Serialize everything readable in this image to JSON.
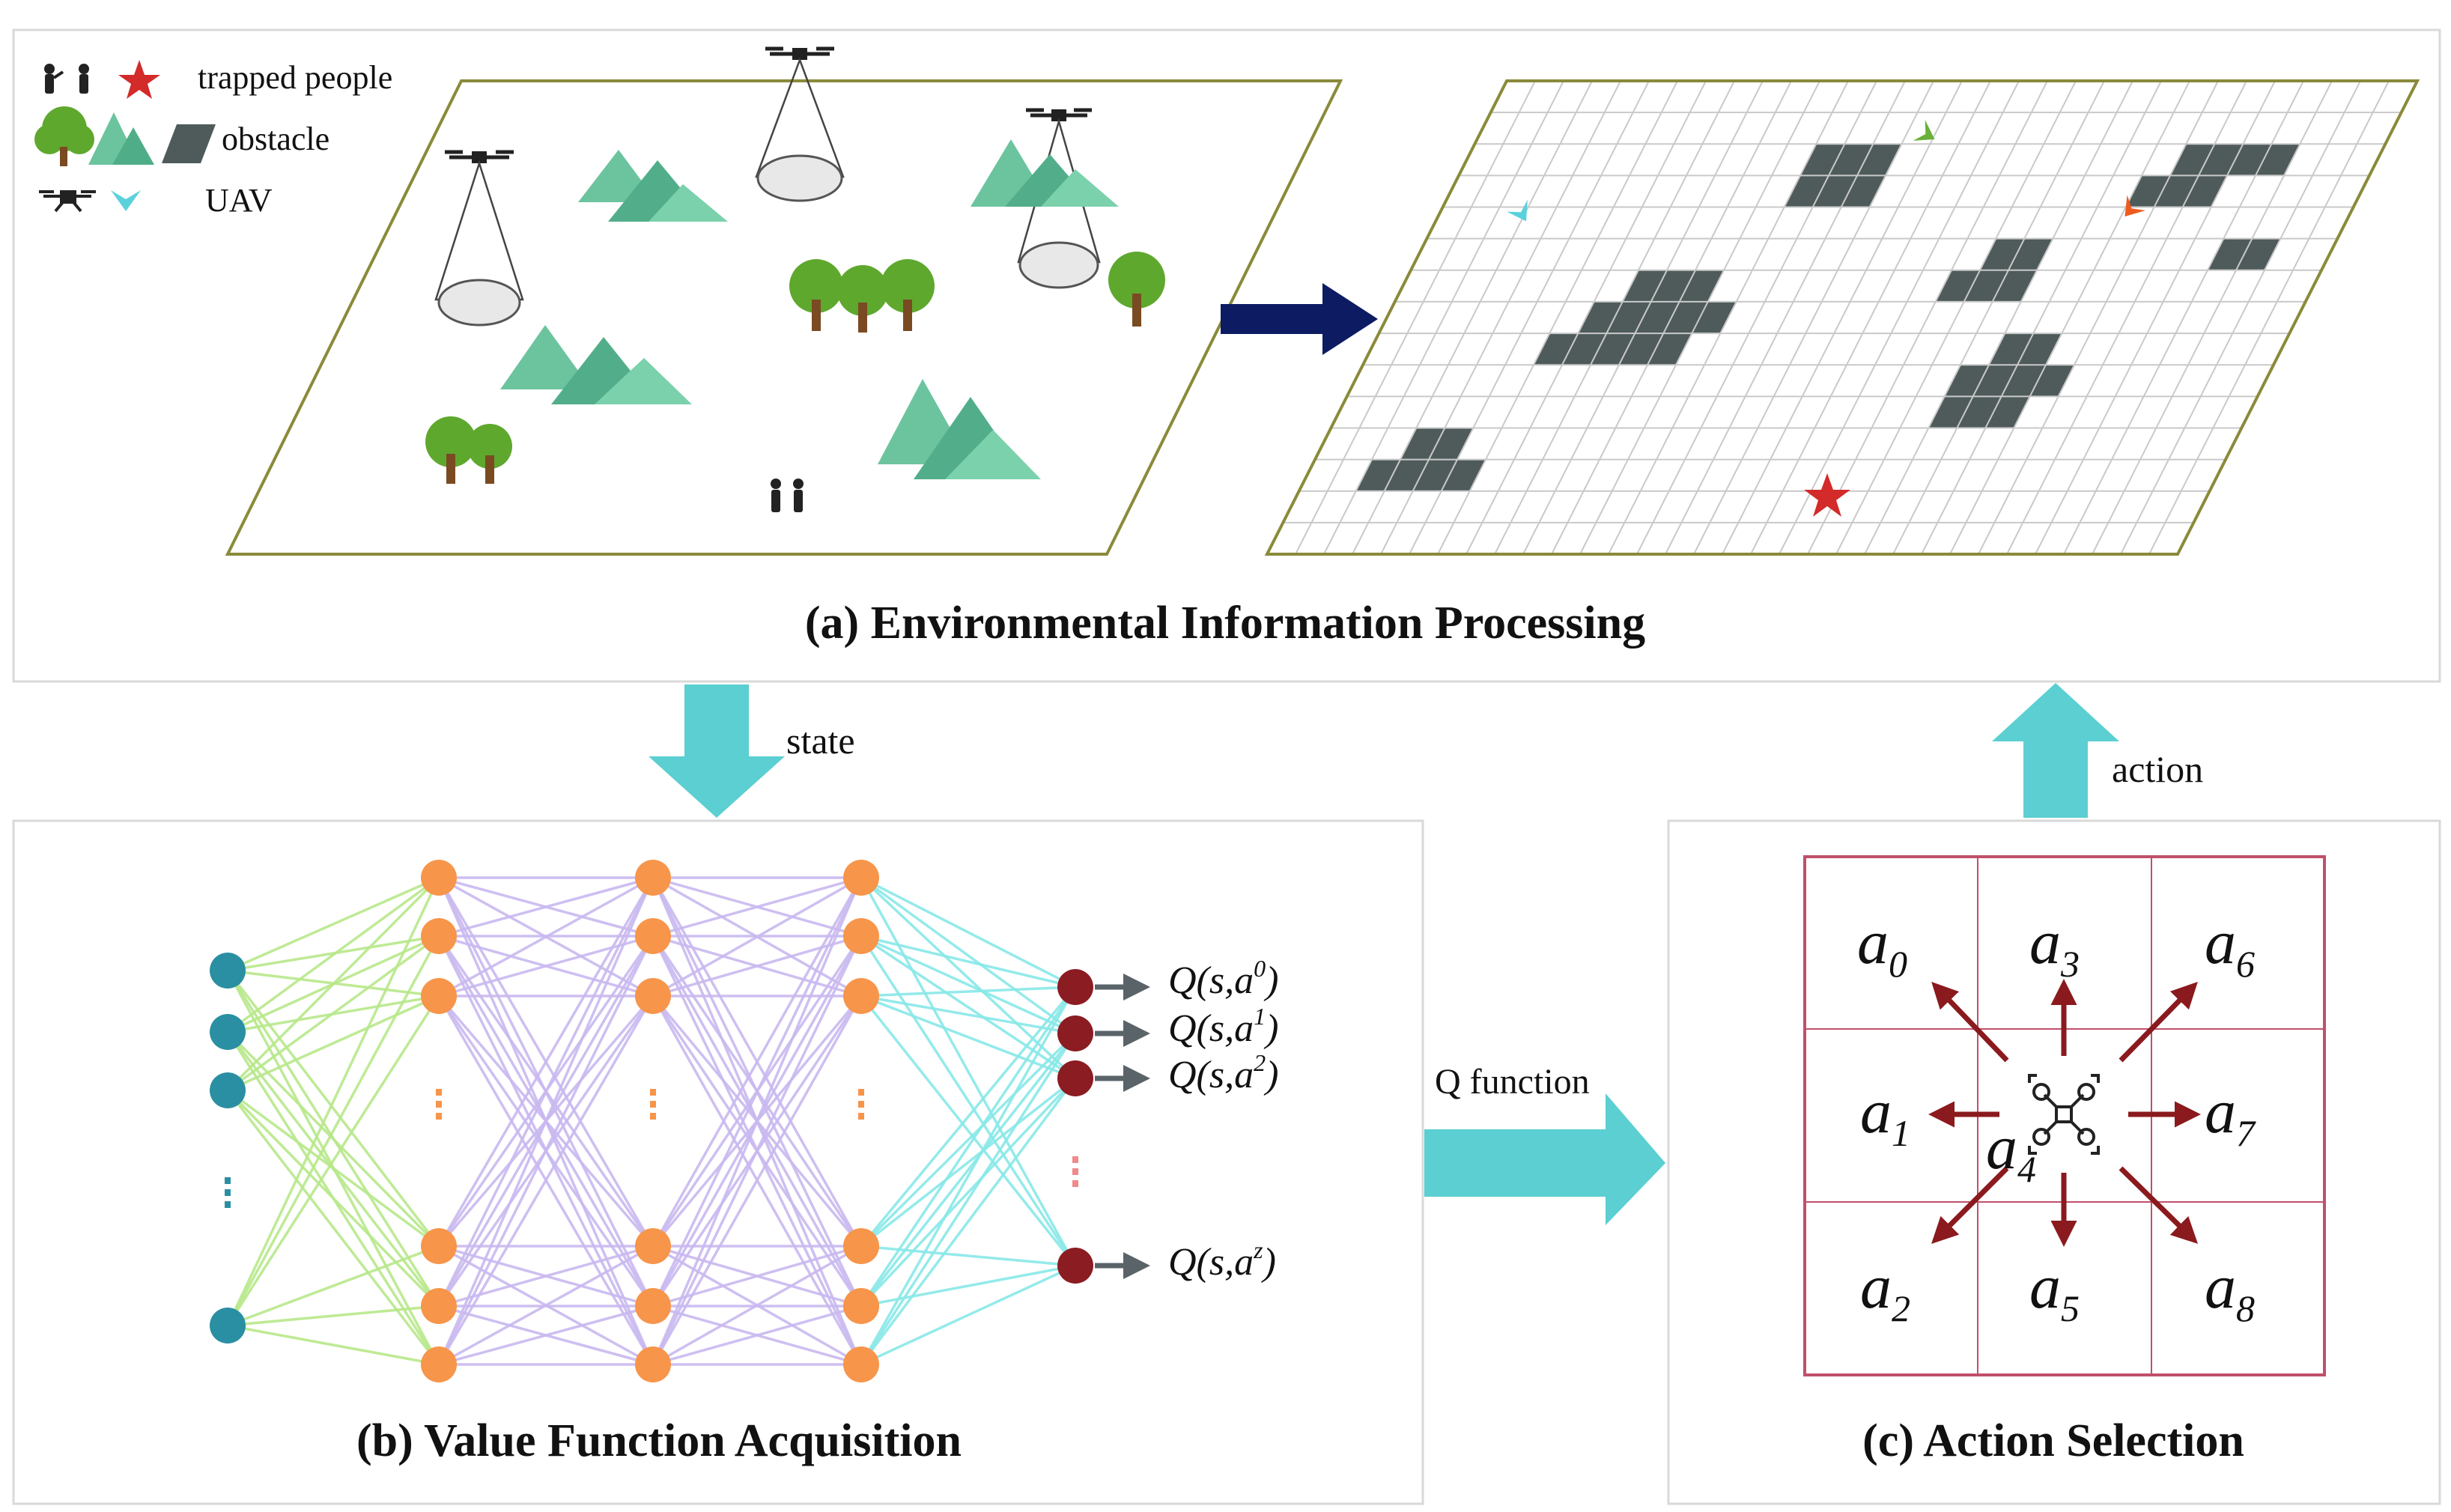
{
  "legend": {
    "items": [
      {
        "label": "trapped people",
        "icon": "person-star-icon"
      },
      {
        "label": "obstacle",
        "icon": "tree-mountain-block-icon"
      },
      {
        "label": "UAV",
        "icon": "drone-icon"
      }
    ]
  },
  "panels": {
    "a": {
      "caption": "(a) Environmental Information Processing"
    },
    "b": {
      "caption": "(b) Value Function Acquisition"
    },
    "c": {
      "caption": "(c) Action Selection"
    }
  },
  "flows": {
    "state": "state",
    "action": "action",
    "q_function": "Q function"
  },
  "q_outputs": [
    {
      "base": "Q(s,a",
      "sup": "0",
      "close": ")"
    },
    {
      "base": "Q(s,a",
      "sup": "1",
      "close": ")"
    },
    {
      "base": "Q(s,a",
      "sup": "2",
      "close": ")"
    },
    {
      "base": "Q(s,a",
      "sup": "z",
      "close": ")"
    }
  ],
  "actions": [
    {
      "base": "a",
      "sub": "0"
    },
    {
      "base": "a",
      "sub": "1"
    },
    {
      "base": "a",
      "sub": "2"
    },
    {
      "base": "a",
      "sub": "3"
    },
    {
      "base": "a",
      "sub": "4"
    },
    {
      "base": "a",
      "sub": "5"
    },
    {
      "base": "a",
      "sub": "6"
    },
    {
      "base": "a",
      "sub": "7"
    },
    {
      "base": "a",
      "sub": "8"
    }
  ],
  "colors": {
    "panel_border": "#d9d9d9",
    "parallelogram_border": "#8a8a3a",
    "grid_line": "#c9c9c9",
    "obstacle_cell": "#4f5b5b",
    "flow_arrow": "#5bcfd1",
    "dark_arrow": "#0d1b63",
    "input_node": "#2a8fa3",
    "hidden_node": "#f7954a",
    "output_node": "#8a1c22",
    "edges_in": "#b7e88a",
    "edges_hidden": "#c9b8f0",
    "edges_out": "#88e8e8",
    "action_grid": "#c0506a",
    "action_arrow": "#8a1a1e",
    "uav_cyan": "#5bd1dc",
    "uav_green": "#6ab03a",
    "uav_orange": "#f05a1e",
    "star": "#d32a2a",
    "mountain": "#6cc49f",
    "tree": "#5fa82e"
  }
}
